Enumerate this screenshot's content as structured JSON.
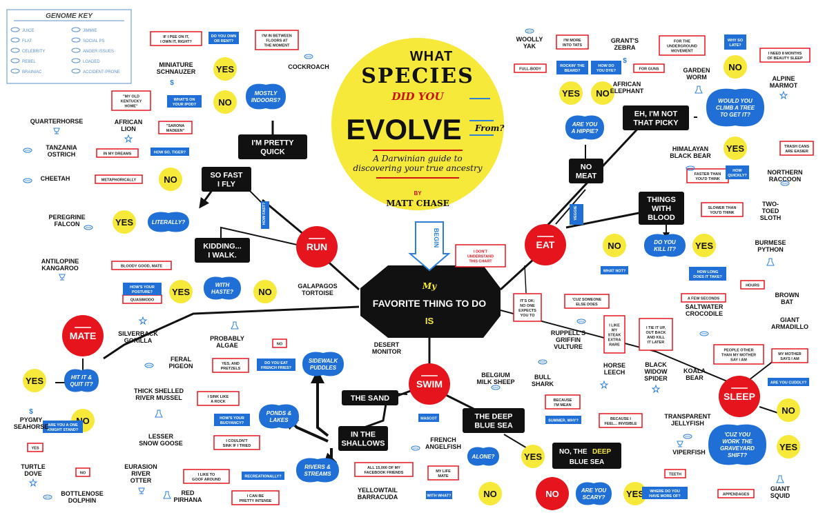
{
  "header": {
    "what": "WHAT",
    "species": "SPECIES",
    "did_you": "DID YOU",
    "evolve": "EVOLVE",
    "from": "From?",
    "subtitle_1": "A Darwinian guide to",
    "subtitle_2": "discovering your true ancestry",
    "by": "BY",
    "author": "MATT CHASE"
  },
  "genome_key": {
    "title": "GENOME KEY",
    "items": [
      {
        "icon": "lips-icon",
        "label": "JUICE"
      },
      {
        "icon": "fish-icon",
        "label": "JIMMIE"
      },
      {
        "icon": "flat-icon",
        "label": "FLAT"
      },
      {
        "icon": "trophy-icon",
        "label": "SOCIAL PS"
      },
      {
        "icon": "star-icon",
        "label": "CELEBRITY"
      },
      {
        "icon": "gear-icon",
        "label": "ANGER ISSUES"
      },
      {
        "icon": "arrow-icon",
        "label": "REBEL"
      },
      {
        "icon": "dollar-icon",
        "label": "LOADED"
      },
      {
        "icon": "flask-icon",
        "label": "BRAINIAC"
      },
      {
        "icon": "eye-icon",
        "label": "ACCIDENT-PRONE"
      }
    ]
  },
  "center": {
    "my": "My",
    "line": "FAVORITE THING TO DO",
    "is": "IS"
  },
  "begin": "BEGIN",
  "hubs": {
    "run": "RUN",
    "eat": "EAT",
    "swim": "SWIM",
    "mate": "MATE",
    "sleep": "SLEEP",
    "no": "NO"
  },
  "black_labels": {
    "so_fast": [
      "SO FAST",
      "I FLY"
    ],
    "pretty_quick": [
      "I'M PRETTY",
      "QUICK"
    ],
    "kidding": [
      "KIDDING...",
      "I WALK."
    ],
    "no_meat": [
      "NO",
      "MEAT"
    ],
    "not_picky": [
      "EH, I'M NOT",
      "THAT PICKY"
    ],
    "blood": [
      "THINGS",
      "WITH",
      "BLOOD"
    ],
    "sand": [
      "THE SAND"
    ],
    "shallows": [
      "IN THE",
      "SHALLOWS"
    ],
    "deep": [
      "THE DEEP",
      "BLUE SEA"
    ],
    "no_deep_1": "NO, THE",
    "no_deep_2": "DEEP",
    "no_deep_3": "BLUE SEA"
  },
  "questions": {
    "mostly_indoors": [
      "MOSTLY",
      "INDOORS?"
    ],
    "literally": [
      "LITERALLY?"
    ],
    "with_haste": [
      "WITH",
      "HASTE?"
    ],
    "hit_it": [
      "HIT IT &",
      "QUIT IT?"
    ],
    "sidewalk": [
      "SIDEWALK",
      "PUDDLES"
    ],
    "ponds": [
      "PONDS &",
      "LAKES"
    ],
    "rivers": [
      "RIVERS &",
      "STREAMS"
    ],
    "hippie": [
      "ARE YOU",
      "A HIPPIE?"
    ],
    "climb": [
      "WOULD YOU",
      "CLIMB A TREE",
      "TO GET IT?"
    ],
    "kill_it": [
      "DO YOU",
      "KILL IT?"
    ],
    "alone": [
      "ALONE?"
    ],
    "scary": [
      "ARE YOU",
      "SCARY?"
    ],
    "graveyard": [
      "'CUZ YOU",
      "WORK THE",
      "GRAVEYARD",
      "SHIFT?"
    ]
  },
  "yes_no": {
    "yes": "YES",
    "no": "NO"
  },
  "animals": {
    "miniature_schnauzer": [
      "MINIATURE",
      "SCHNAUZER"
    ],
    "cockroach": [
      "COCKROACH"
    ],
    "quarterhorse": [
      "QUARTERHORSE"
    ],
    "african_lion": [
      "AFRICAN",
      "LION"
    ],
    "tanzania_ostrich": [
      "TANZANIA",
      "OSTRICH"
    ],
    "cheetah": [
      "CHEETAH"
    ],
    "peregrine_falcon": [
      "PEREGRINE",
      "FALCON"
    ],
    "antilopine_kangaroo": [
      "ANTILOPINE",
      "KANGAROO"
    ],
    "galapagos_tortoise": [
      "GALAPAGOS",
      "TORTOISE"
    ],
    "silverback_gorilla": [
      "SILVERBACK",
      "GORILLA"
    ],
    "probably_algae": [
      "PROBABLY",
      "ALGAE"
    ],
    "feral_pigeon": [
      "FERAL",
      "PIGEON"
    ],
    "thick_shelled_river_mussel": [
      "THICK SHELLED",
      "RIVER MUSSEL"
    ],
    "lesser_snow_goose": [
      "LESSER",
      "SNOW GOOSE"
    ],
    "eurasion_river_otter": [
      "EURASION",
      "RIVER",
      "OTTER"
    ],
    "red_pirhana": [
      "RED",
      "PIRHANA"
    ],
    "pygmy_seahorse": [
      "PYGMY",
      "SEAHORSE"
    ],
    "turtle_dove": [
      "TURTLE",
      "DOVE"
    ],
    "bottlenose_dolphin": [
      "BOTTLENOSE",
      "DOLPHIN"
    ],
    "desert_monitor": [
      "DESERT",
      "MONITOR"
    ],
    "french_angelfish": [
      "FRENCH",
      "ANGELFISH"
    ],
    "yellowtail_barracuda": [
      "YELLOWTAIL",
      "BARRACUDA"
    ],
    "belgium_milk_sheep": [
      "BELGIUM",
      "MILK SHEEP"
    ],
    "woolly_yak": [
      "WOOLLY",
      "YAK"
    ],
    "grants_zebra": [
      "GRANT'S",
      "ZEBRA"
    ],
    "african_elephant": [
      "AFRICAN",
      "ELEPHANT"
    ],
    "garden_worm": [
      "GARDEN",
      "WORM"
    ],
    "alpine_marmot": [
      "ALPINE",
      "MARMOT"
    ],
    "himalayan_black_bear": [
      "HIMALAYAN",
      "BLACK BEAR"
    ],
    "northern_raccoon": [
      "NORTHERN",
      "RACCOON"
    ],
    "two_toed_sloth": [
      "TWO-",
      "TOED",
      "SLOTH"
    ],
    "burmese_python": [
      "BURMESE",
      "PYTHON"
    ],
    "brown_bat": [
      "BROWN",
      "BAT"
    ],
    "giant_armadillo": [
      "GIANT",
      "ARMADILLO"
    ],
    "saltwater_crocodile": [
      "SALTWATER",
      "CROCODILE"
    ],
    "ruppells_griffin_vulture": [
      "RUPPELL'S",
      "GRIFFIN",
      "VULTURE"
    ],
    "horse_leech": [
      "HORSE",
      "LEECH"
    ],
    "black_widow_spider": [
      "BLACK",
      "WIDOW",
      "SPIDER"
    ],
    "koala_bear": [
      "KOALA",
      "BEAR"
    ],
    "bull_shark": [
      "BULL",
      "SHARK"
    ],
    "transparent_jellyfish": [
      "TRANSPARENT",
      "JELLYFISH"
    ],
    "viperfish": [
      "VIPERFISH"
    ],
    "giant_squid": [
      "GIANT",
      "SQUID"
    ]
  },
  "red_notes": {
    "pee_on_it": [
      "IF I PEE ON IT,",
      "I OWN IT, RIGHT?"
    ],
    "between_floors": [
      "I'M IN BETWEEN",
      "FLOORS AT",
      "THE MOMENT"
    ],
    "old_kentucky": [
      "\"MY OLD",
      "KENTUCKY",
      "HOME\""
    ],
    "sarona": [
      "\"SARONA",
      "MADEEN\""
    ],
    "in_my_dreams": [
      "IN MY DREAMS"
    ],
    "metaphorically": [
      "METAPHORICALLY"
    ],
    "bloody_good": [
      "BLOODY GOOD, MATE"
    ],
    "quasimodo": [
      "QUASIMODO"
    ],
    "no_small": [
      "NO"
    ],
    "yes_pretzels": [
      "YES, AND",
      "PRETZELS"
    ],
    "sink_like_rock": [
      "I SINK LIKE",
      "A ROCK"
    ],
    "couldnt_sink": [
      "I COULDN'T",
      "SINK IF I TRIED"
    ],
    "goof_around": [
      "I LIKE TO",
      "GOOF AROUND"
    ],
    "pretty_intense": [
      "I CAN BE",
      "PRETTY INTENSE"
    ],
    "yes_small": [
      "YES"
    ],
    "no_small2": [
      "NO"
    ],
    "dont_understand": [
      "I DON'T",
      "UNDERSTAND",
      "THIS CHART"
    ],
    "its_ok": [
      "IT'S OK;",
      "NO ONE",
      "EXPECTS",
      "YOU TO"
    ],
    "facebook": [
      "ALL 15,000 OF MY",
      "FACEBOOK FRIENDS"
    ],
    "life_mate": [
      "MY LIFE",
      "MATE"
    ],
    "full_body": [
      "FULL-BODY"
    ],
    "into_tats": [
      "I'M MORE",
      "INTO TATS"
    ],
    "for_guns": [
      "FOR GUNS"
    ],
    "underground": [
      "FOR THE",
      "UNDERGROUND",
      "MOVEMENT"
    ],
    "beauty_sleep": [
      "I NEED 8 MONTHS",
      "OF BEAUTY SLEEP"
    ],
    "trash_cans": [
      "TRASH CANS",
      "ARE EASIER"
    ],
    "faster_than": [
      "FASTER THAN",
      "YOU'D THINK"
    ],
    "slower_than": [
      "SLOWER THAN",
      "YOU'D THINK"
    ],
    "hours": [
      "HOURS"
    ],
    "few_seconds": [
      "A FEW SECONDS"
    ],
    "cuz_someone": [
      "'CUZ SOMEONE",
      "ELSE DOES"
    ],
    "steak_extra_rare": [
      "I LIKE",
      "MY",
      "STEAK",
      "EXTRA",
      "RARE"
    ],
    "tie_it_up": [
      "I TIE IT UP,",
      "OUT BACK",
      "AND KILL",
      "IT LATER"
    ],
    "people_other": [
      "PEOPLE OTHER",
      "THAN MY MOTHER",
      "SAY I AM"
    ],
    "mother_says": [
      "MY MOTHER",
      "SAYS I AM"
    ],
    "because_mean": [
      "BECAUSE",
      "I'M MEAN"
    ],
    "because_invisible": [
      "BECAUSE I",
      "FEEL... INVISIBLE"
    ],
    "teeth": [
      "TEETH"
    ],
    "appendages": [
      "APPENDAGES"
    ]
  },
  "blue_notes": {
    "do_you_own": [
      "DO YOU OWN",
      "OR RENT?"
    ],
    "whats_on_ipod": [
      "WHAT'S ON",
      "YOUR IPOD?"
    ],
    "how_so": [
      "HOW SO, TIGER?"
    ],
    "how_fast": [
      "HOW FAST?"
    ],
    "posture": [
      "HOW'S YOUR",
      "POSTURE?"
    ],
    "french_fries": [
      "DO YOU EAT",
      "FRENCH FRIES?"
    ],
    "buoyancy": [
      "HOW'S YOUR",
      "BUOYANCY?"
    ],
    "recreationally": [
      "RECREATIONALLY?"
    ],
    "one_knight": [
      "ARE YOU A ONE",
      "KNIGHT STAND?"
    ],
    "rocking": [
      "ROCKIN' THE",
      "BEARD?"
    ],
    "tye_dye": [
      "HOW DO",
      "YOU DYE?"
    ],
    "way_so_late": [
      "WHY SO",
      "LATE?"
    ],
    "how_quickly": [
      "HOW",
      "QUICKLY?"
    ],
    "veggie": [
      "VEGGIE"
    ],
    "what_not": [
      "WHAT NOT?"
    ],
    "how_long": [
      "HOW LONG",
      "DOES IT TAKE?"
    ],
    "are_you_cuddly": [
      "ARE YOU CUDDLY?"
    ],
    "mascot": [
      "MASCOT"
    ],
    "with_what": [
      "WITH WHAT?"
    ],
    "summer_why": [
      "SUMMER, WHY?"
    ],
    "where_move": [
      "WHERE DO YOU",
      "HAVE MORE OF?"
    ]
  }
}
